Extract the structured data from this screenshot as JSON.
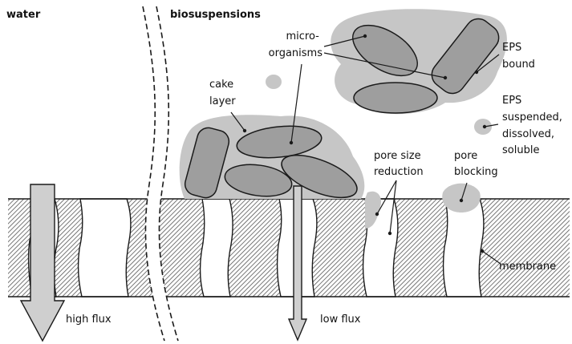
{
  "headings": {
    "left": "water",
    "right": "biosuspensions"
  },
  "labels": {
    "microorganisms": [
      "micro-",
      "organisms"
    ],
    "cake_layer": [
      "cake",
      "layer"
    ],
    "eps_bound": [
      "EPS",
      "bound"
    ],
    "eps_suspended": [
      "EPS",
      "suspended,",
      "dissolved,",
      "soluble"
    ],
    "pore_size_reduction": [
      "pore size",
      "reduction"
    ],
    "pore_blocking": [
      "pore",
      "blocking"
    ],
    "membrane": "membrane",
    "high_flux": "high flux",
    "low_flux": "low flux"
  },
  "colors": {
    "eps_halo": "#c6c6c6",
    "microorganism_fill": "#9e9e9e",
    "arrow_fill": "#cfcfcf",
    "outline": "#1a1a1a",
    "hatch": "#555555"
  }
}
